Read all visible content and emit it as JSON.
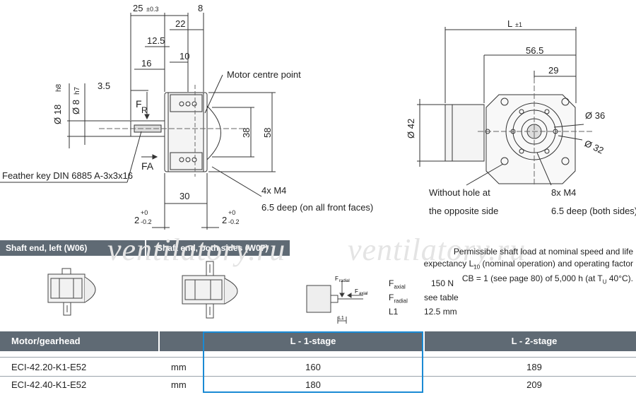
{
  "drawing_left": {
    "dims": {
      "d25": "25",
      "d25_tol": "±0.3",
      "d8": "8",
      "d22": "22",
      "d12_5": "12.5",
      "d10": "10",
      "d16": "16",
      "d3_5": "3.5",
      "d38": "38",
      "d58": "58",
      "d30": "30",
      "d18": "Ø 18",
      "d18_tol": "h8",
      "d8b": "Ø 8",
      "d8b_tol": "h7",
      "fr": "F",
      "fr_sub": "R",
      "fa": "FA",
      "gap_left": "2",
      "gap_left_tol_plus": "+0",
      "gap_left_tol_minus": "-0.2",
      "gap_right": "2",
      "gap_right_tol_plus": "+0",
      "gap_right_tol_minus": "-0.2"
    },
    "motor_centre": "Motor centre point",
    "feather_key": "Feather key  DIN 6885 A-3x3x16",
    "thread_title": "4x M4",
    "thread_desc": "6.5 deep (on all front faces)"
  },
  "drawing_right": {
    "dims": {
      "L": "L",
      "L_tol": "±1",
      "d56_5": "56.5",
      "d29": "29",
      "d42": "Ø 42",
      "d36": "Ø 36",
      "d32": "Ø 32"
    },
    "without_hole_1": "Without hole at",
    "without_hole_2": "the opposite side",
    "thread_title": "8x M4",
    "thread_desc": "6.5 deep (both sides)"
  },
  "variants": {
    "left": "Shaft end, left (W06)",
    "both": "Shaft end, both sides (W07)"
  },
  "watermark": "ventilatory.ru",
  "load_note": {
    "line1": "Permissible shaft load at nominal speed and life",
    "line2_a": "expectancy L",
    "line2_sub": "10",
    "line2_b": " (nominal operation) and operating factor",
    "line3_a": "CB = 1 (see page 80) of 5,000 h (at T",
    "line3_sub": "U",
    "line3_b": " 40°C)."
  },
  "load_table": {
    "fradial_label": "F",
    "fradial_sub": "radial",
    "faxial_label": "F",
    "faxial_sub": "axial",
    "l1_label": "L1",
    "rows": [
      {
        "label": "F",
        "sub": "axial",
        "value": "150 N"
      },
      {
        "label": "F",
        "sub": "radial",
        "value": "see table"
      },
      {
        "label": "L1",
        "sub": "",
        "value": "12.5 mm"
      }
    ]
  },
  "table": {
    "headers": [
      "Motor/gearhead",
      "L - 1-stage",
      "L - 2-stage"
    ],
    "rows": [
      {
        "model": "ECI-42.20-K1-E52",
        "unit": "mm",
        "l1": "160",
        "l2": "189"
      },
      {
        "model": "ECI-42.40-K1-E52",
        "unit": "mm",
        "l1": "180",
        "l2": "209"
      }
    ]
  },
  "colors": {
    "header_bg": "#5f6a74",
    "highlight": "#1a8ad4"
  }
}
